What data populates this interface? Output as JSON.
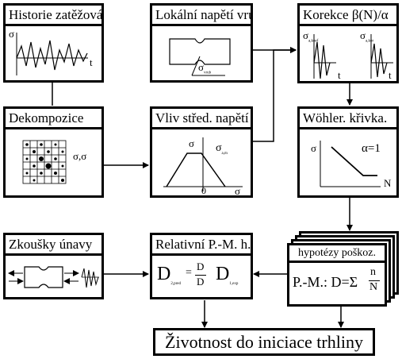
{
  "boxes": {
    "historie": {
      "title": "Historie zatěžování",
      "axis_y": "σ",
      "axis_x": "t"
    },
    "lokalni": {
      "title": "Lokální napětí vrubu",
      "sigma": "σ",
      "sigma_sub": "vrub"
    },
    "korekce": {
      "title": "Korekce  β(N)/α",
      "sigma_left": "σ",
      "sigma_left_sub": "a,koef",
      "sigma_right": "σ",
      "sigma_right_sub": "a,kor",
      "t_left": "t",
      "t_right": "t"
    },
    "dekompozice": {
      "title": "Dekompozice",
      "formula": "σ",
      "formula_mid": ",σ"
    },
    "vliv": {
      "title": "Vliv střed. napětí",
      "axis_y": "σ",
      "sigma_label": "σ",
      "sigma_label_sub": "a,m",
      "zero": "0",
      "axis_x": "σ"
    },
    "wohler": {
      "title": "Wöhler. křivka.",
      "axis_y": "σ",
      "alpha": "α=1",
      "axis_x": "N"
    },
    "zkousky": {
      "title": "Zkoušky únavy"
    },
    "relativni": {
      "title": "Relativní P.-M. h.",
      "d_left": "D",
      "d_left_sub": "2,pred",
      "equals": "=",
      "frac_num": "D",
      "frac_den": "D",
      "d_right": "D",
      "d_right_sub": "1,exp"
    },
    "hypotezy": {
      "title": "hypotézy poškoz.",
      "formula_prefix": "P.-M.: D=Σ",
      "frac_num": "n",
      "frac_den": "N"
    },
    "zivotnost": {
      "title": "Životnost do iniciace trhliny"
    }
  }
}
